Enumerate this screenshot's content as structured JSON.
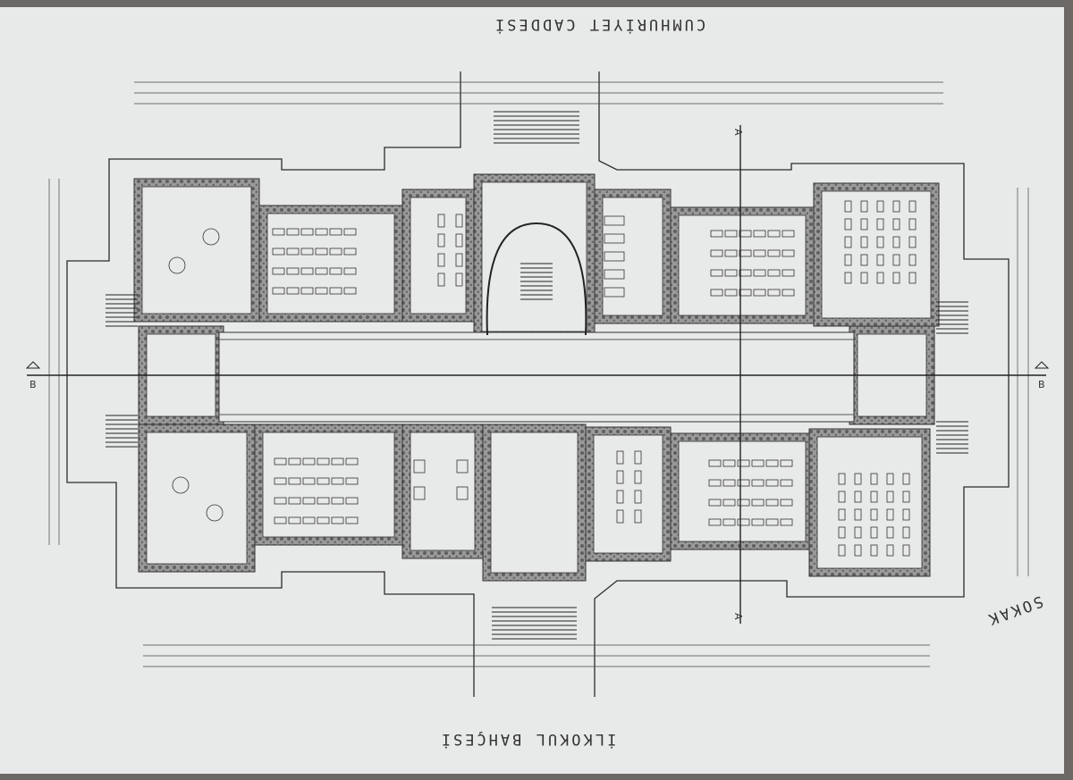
{
  "plan": {
    "top_street_label": "CUMHURİYET CADDESİ",
    "bottom_label": "İLKOKUL BAHÇESİ",
    "side_label": "SOKAK",
    "section_a": "A",
    "section_b": "B"
  },
  "colors": {
    "wall": "#8a8a8a",
    "line": "#2b2b2b",
    "paper": "#e8e9e9"
  }
}
